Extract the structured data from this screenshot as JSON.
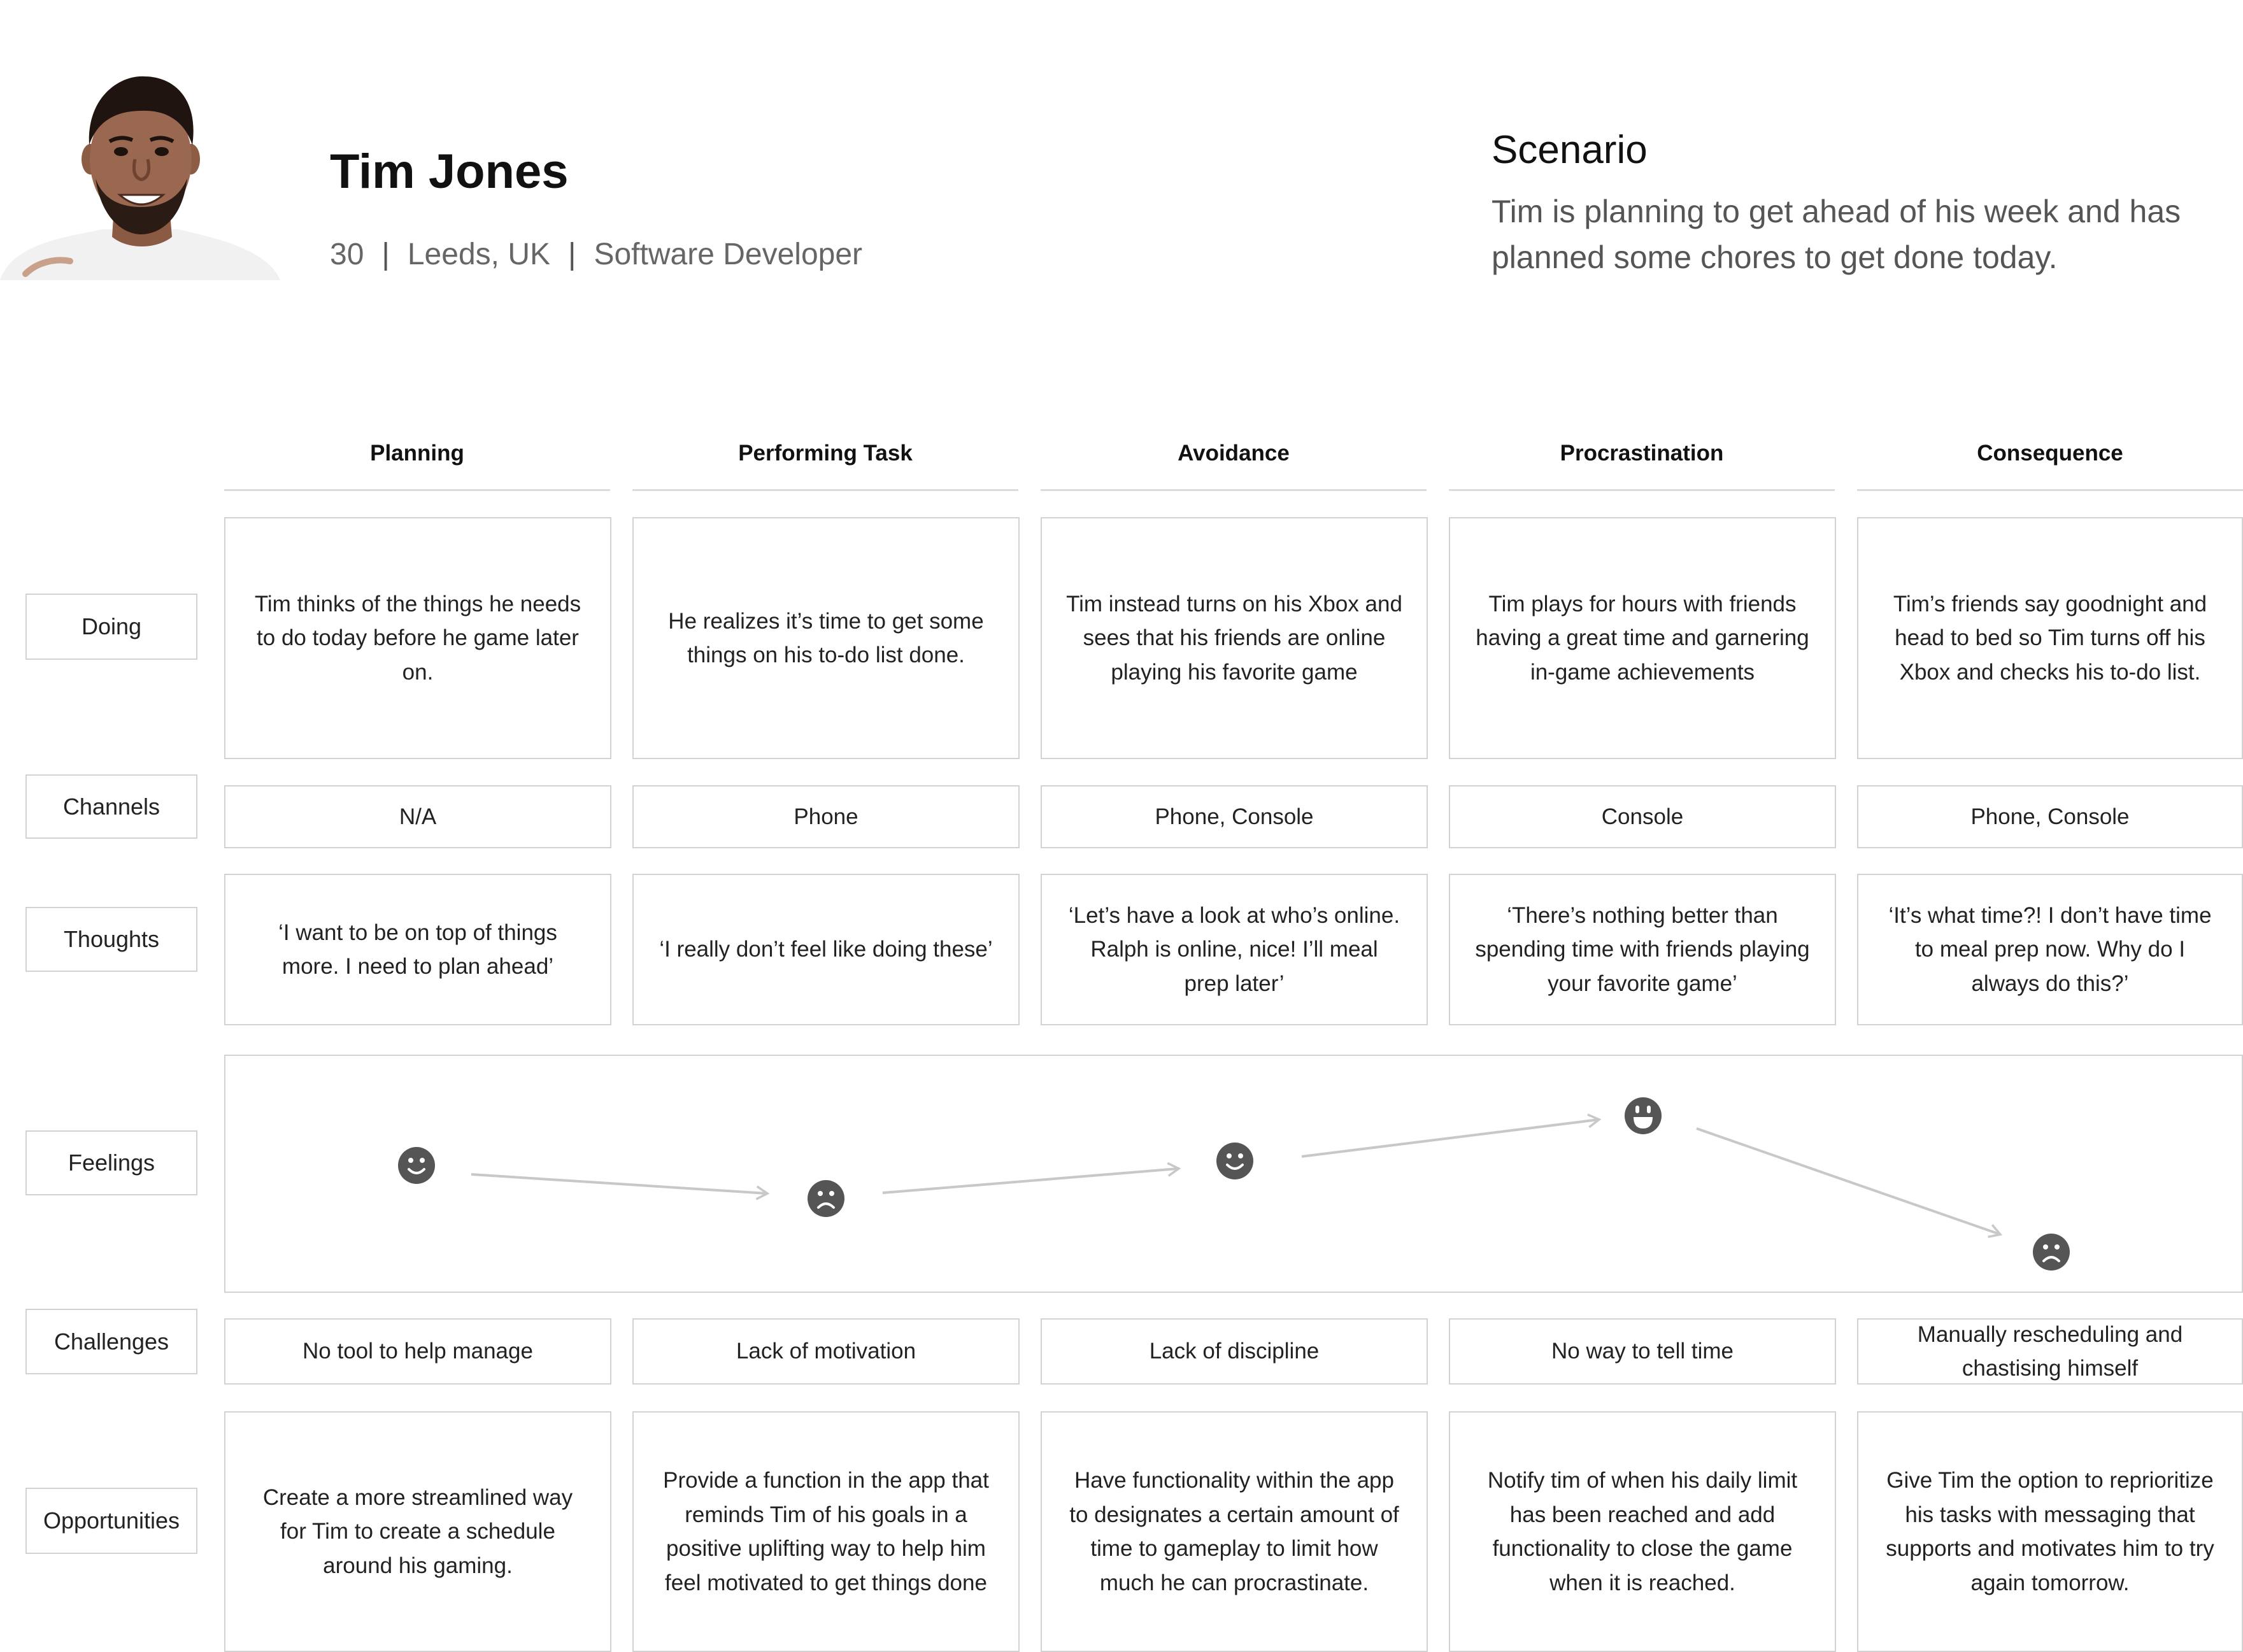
{
  "persona": {
    "name": "Tim Jones",
    "age": "30",
    "location": "Leeds, UK",
    "occupation": "Software Developer",
    "separator": "|"
  },
  "scenario": {
    "title": "Scenario",
    "text": "Tim is planning to get ahead of his week and has planned some chores to get done today."
  },
  "stages": [
    "Planning",
    "Performing Task",
    "Avoidance",
    "Procrastination",
    "Consequence"
  ],
  "row_labels": {
    "doing": "Doing",
    "channels": "Channels",
    "thoughts": "Thoughts",
    "feelings": "Feelings",
    "challenges": "Challenges",
    "opportunities": "Opportunities"
  },
  "doing": [
    "Tim thinks of the things he needs to do today before he game later on.",
    "He realizes it’s time to get some things on his to-do list done.",
    "Tim instead turns on his Xbox and sees that his friends are online playing his favorite game",
    "Tim plays for hours with friends having a great time and garnering in-game achievements",
    "Tim’s friends say goodnight and head to bed so Tim turns off his Xbox and checks his to-do list."
  ],
  "channels": [
    "N/A",
    "Phone",
    "Phone, Console",
    "Console",
    "Phone, Console"
  ],
  "thoughts": [
    "‘I want to be on top of things more. I need to plan ahead’",
    "‘I really don’t feel like doing these’",
    "‘Let’s have a look at who’s online. Ralph is online, nice! I’ll meal prep later’",
    "‘There’s nothing better than spending time with friends playing your favorite game’",
    "‘It’s what time?! I don’t have time to meal prep now. Why do I always do this?’"
  ],
  "feelings": [
    "smiling",
    "sad",
    "smiling",
    "grinning",
    "sad"
  ],
  "challenges": [
    "No tool to help manage",
    "Lack of motivation",
    "Lack of discipline",
    "No way to tell time",
    "Manually rescheduling and chastising himself"
  ],
  "opportunities": [
    "Create a more streamlined way for Tim to create a schedule around his gaming.",
    "Provide a function in the app that reminds Tim of his goals in a positive uplifting way to help him feel motivated to get things done",
    "Have functionality within the app to designates a certain amount of time to gameplay to limit how much he can procrastinate.",
    "Notify tim of when his daily limit has been reached and add functionality to close the game when it is reached.",
    "Give Tim the option to reprioritize his tasks with messaging that supports and motivates him to try again tomorrow."
  ],
  "colors": {
    "border": "#d2d2d2",
    "face": "#555555",
    "arrow": "#c8c8c8",
    "muted_text": "#666666"
  }
}
